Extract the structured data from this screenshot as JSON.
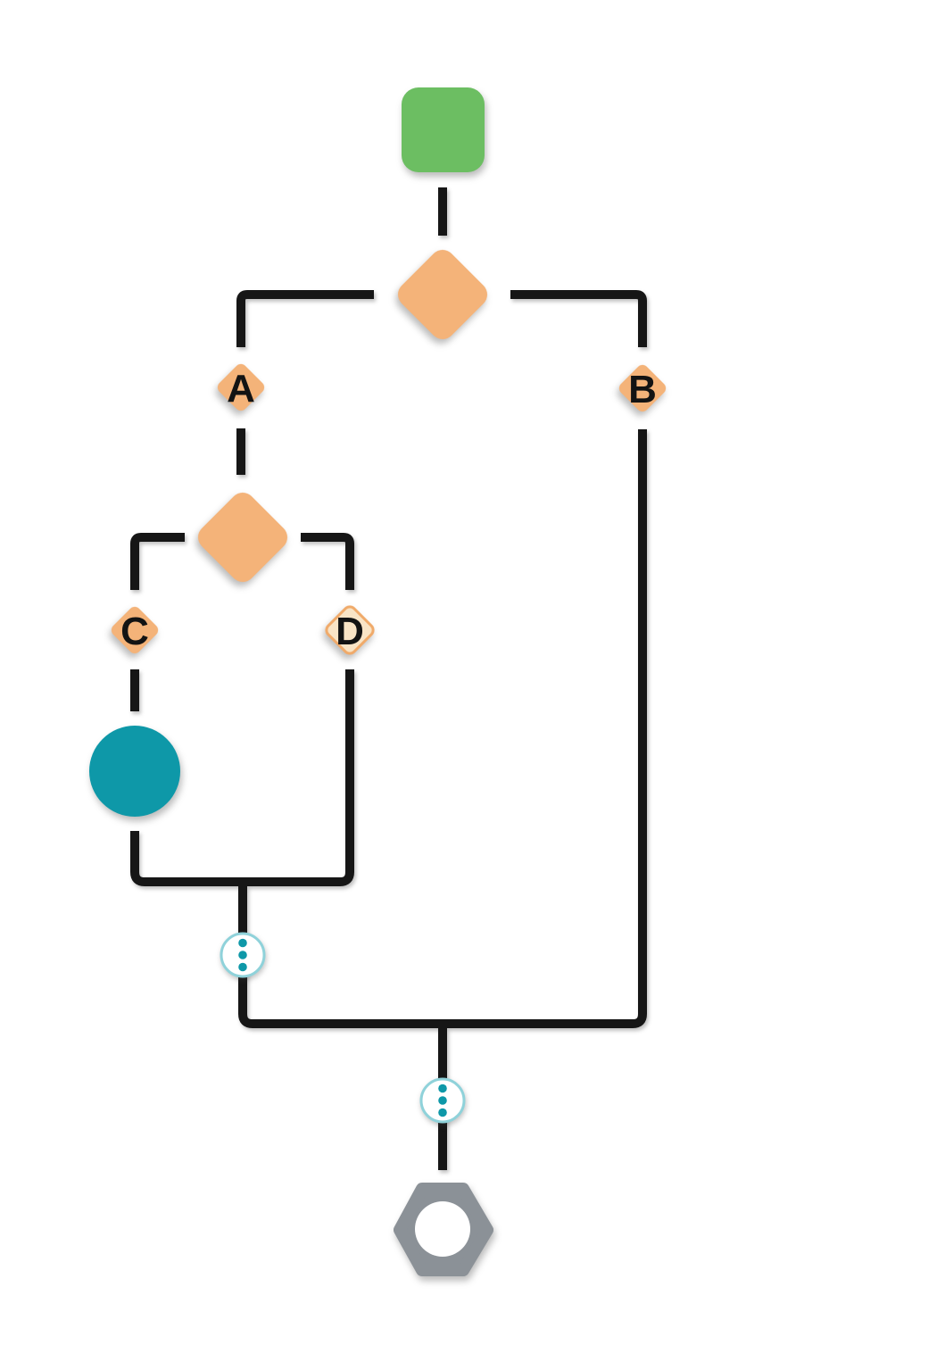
{
  "diagram": {
    "type": "flowchart",
    "labels": {
      "a": "A",
      "b": "B",
      "c": "C",
      "d": "D"
    },
    "colors": {
      "start_green": "#6cbe62",
      "decision_orange": "#f4b379",
      "option_light_fill": "#f9e4c6",
      "option_border": "#f0aa6a",
      "process_teal": "#0e98a8",
      "connector_ring_teal": "#8fd2da",
      "end_gray": "#8b9197",
      "line_black": "#161616",
      "label_text": "#131313"
    },
    "nodes": [
      {
        "id": "start",
        "icon": "rounded-square-icon",
        "color_key": "start_green"
      },
      {
        "id": "decision-1",
        "icon": "diamond-icon",
        "color_key": "decision_orange"
      },
      {
        "id": "branch-a",
        "icon": "small-diamond-icon",
        "label": "A"
      },
      {
        "id": "branch-b",
        "icon": "small-diamond-icon",
        "label": "B"
      },
      {
        "id": "decision-2",
        "icon": "diamond-icon",
        "color_key": "decision_orange"
      },
      {
        "id": "branch-c",
        "icon": "small-diamond-icon",
        "label": "C"
      },
      {
        "id": "branch-d",
        "icon": "small-diamond-outline-icon",
        "label": "D"
      },
      {
        "id": "process",
        "icon": "circle-icon",
        "color_key": "process_teal"
      },
      {
        "id": "connector-1",
        "icon": "three-dots-circle-icon"
      },
      {
        "id": "connector-2",
        "icon": "three-dots-circle-icon"
      },
      {
        "id": "end",
        "icon": "hexagon-nut-icon",
        "color_key": "end_gray"
      }
    ]
  }
}
